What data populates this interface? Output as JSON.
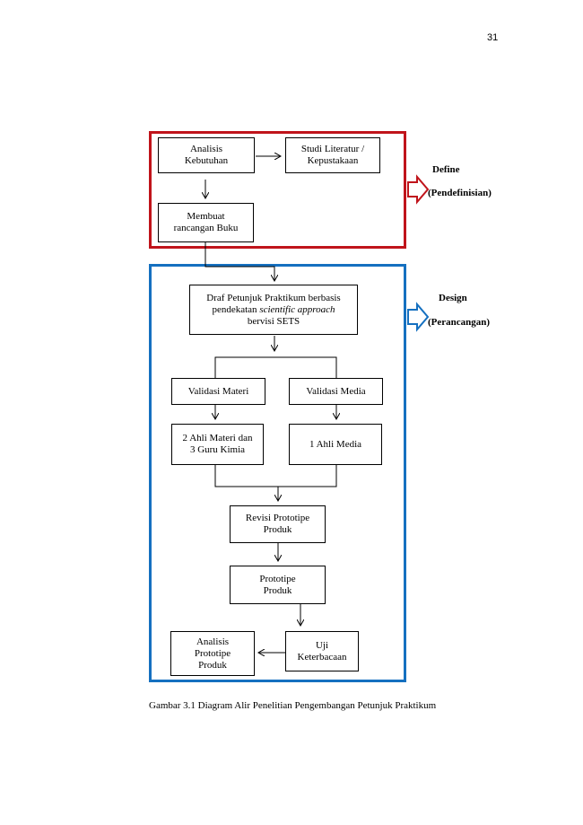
{
  "page_number": "31",
  "phases": {
    "define": {
      "title": "Define",
      "subtitle": "(Pendefinisian)",
      "color": "#c0141b"
    },
    "design": {
      "title": "Design",
      "subtitle": "(Perancangan)",
      "color": "#1570c0"
    }
  },
  "nodes": {
    "analisis_kebutuhan": [
      "Analisis",
      "Kebutuhan"
    ],
    "studi_literatur": [
      "Studi Literatur /",
      "Kepustakaan"
    ],
    "membuat_rancangan": [
      "Membuat",
      "rancangan Buku"
    ],
    "draf": {
      "line1": "Draf Petunjuk Praktikum berbasis",
      "line2_pre": "pendekatan ",
      "line2_italic": "scientific approach",
      "line3": "bervisi SETS"
    },
    "validasi_materi": [
      "Validasi Materi"
    ],
    "validasi_media": [
      "Validasi Media"
    ],
    "ahli_materi": [
      "2 Ahli Materi dan",
      "3 Guru Kimia"
    ],
    "ahli_media": [
      "1 Ahli Media"
    ],
    "revisi_prototipe": [
      "Revisi Prototipe",
      "Produk"
    ],
    "prototipe_produk": [
      "Prototipe",
      "Produk"
    ],
    "uji_keterbacaan": [
      "Uji",
      "Keterbacaan"
    ],
    "analisis_prototipe": [
      "Analisis",
      "Prototipe",
      "Produk"
    ]
  },
  "caption": "Gambar 3.1 Diagram Alir Penelitian Pengembangan Petunjuk Praktikum"
}
